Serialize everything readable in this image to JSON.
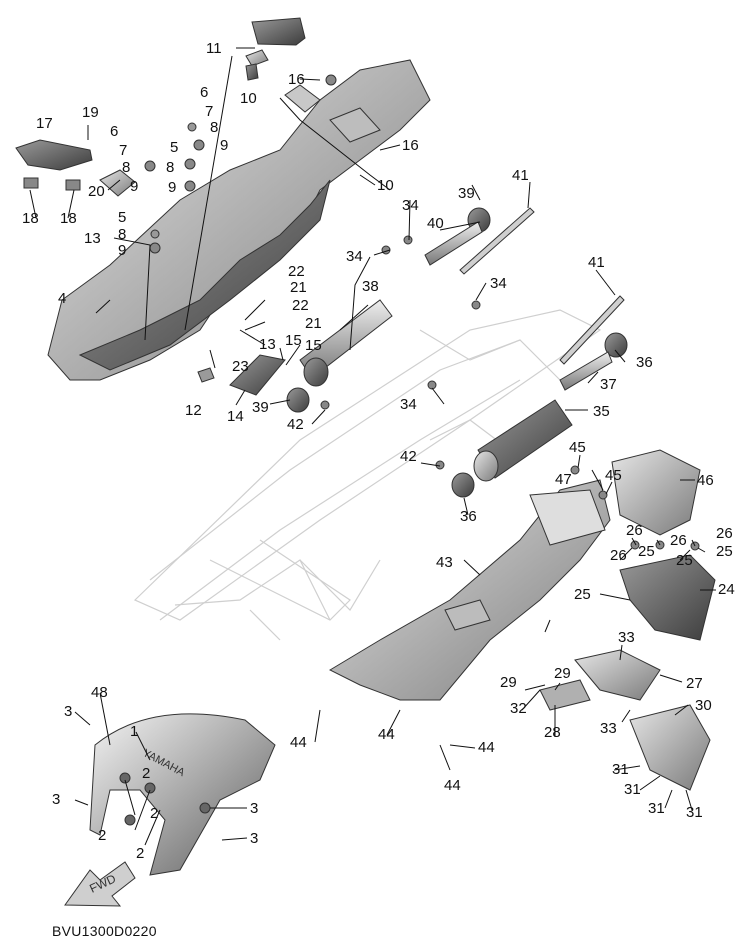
{
  "diagram": {
    "drawing_code": "BVU1300D0220",
    "fwd_label": "FWD",
    "fender_logo": "YAMAHA",
    "callouts": [
      {
        "num": "1"
      },
      {
        "num": "2"
      },
      {
        "num": "2"
      },
      {
        "num": "2"
      },
      {
        "num": "2"
      },
      {
        "num": "3"
      },
      {
        "num": "3"
      },
      {
        "num": "3"
      },
      {
        "num": "3"
      },
      {
        "num": "4"
      },
      {
        "num": "5"
      },
      {
        "num": "5"
      },
      {
        "num": "6"
      },
      {
        "num": "6"
      },
      {
        "num": "7"
      },
      {
        "num": "7"
      },
      {
        "num": "8"
      },
      {
        "num": "8"
      },
      {
        "num": "8"
      },
      {
        "num": "8"
      },
      {
        "num": "9"
      },
      {
        "num": "9"
      },
      {
        "num": "9"
      },
      {
        "num": "9"
      },
      {
        "num": "10"
      },
      {
        "num": "10"
      },
      {
        "num": "11"
      },
      {
        "num": "12"
      },
      {
        "num": "13"
      },
      {
        "num": "13"
      },
      {
        "num": "14"
      },
      {
        "num": "15"
      },
      {
        "num": "15"
      },
      {
        "num": "16"
      },
      {
        "num": "16"
      },
      {
        "num": "17"
      },
      {
        "num": "18"
      },
      {
        "num": "18"
      },
      {
        "num": "19"
      },
      {
        "num": "20"
      },
      {
        "num": "21"
      },
      {
        "num": "21"
      },
      {
        "num": "22"
      },
      {
        "num": "22"
      },
      {
        "num": "23"
      },
      {
        "num": "24"
      },
      {
        "num": "25"
      },
      {
        "num": "25"
      },
      {
        "num": "25"
      },
      {
        "num": "25"
      },
      {
        "num": "26"
      },
      {
        "num": "26"
      },
      {
        "num": "26"
      },
      {
        "num": "26"
      },
      {
        "num": "27"
      },
      {
        "num": "28"
      },
      {
        "num": "29"
      },
      {
        "num": "29"
      },
      {
        "num": "30"
      },
      {
        "num": "31"
      },
      {
        "num": "31"
      },
      {
        "num": "31"
      },
      {
        "num": "31"
      },
      {
        "num": "32"
      },
      {
        "num": "33"
      },
      {
        "num": "33"
      },
      {
        "num": "34"
      },
      {
        "num": "34"
      },
      {
        "num": "34"
      },
      {
        "num": "34"
      },
      {
        "num": "35"
      },
      {
        "num": "36"
      },
      {
        "num": "36"
      },
      {
        "num": "37"
      },
      {
        "num": "38"
      },
      {
        "num": "39"
      },
      {
        "num": "39"
      },
      {
        "num": "40"
      },
      {
        "num": "41"
      },
      {
        "num": "41"
      },
      {
        "num": "42"
      },
      {
        "num": "42"
      },
      {
        "num": "43"
      },
      {
        "num": "44"
      },
      {
        "num": "44"
      },
      {
        "num": "44"
      },
      {
        "num": "44"
      },
      {
        "num": "45"
      },
      {
        "num": "45"
      },
      {
        "num": "46"
      },
      {
        "num": "47"
      },
      {
        "num": "48"
      }
    ]
  }
}
